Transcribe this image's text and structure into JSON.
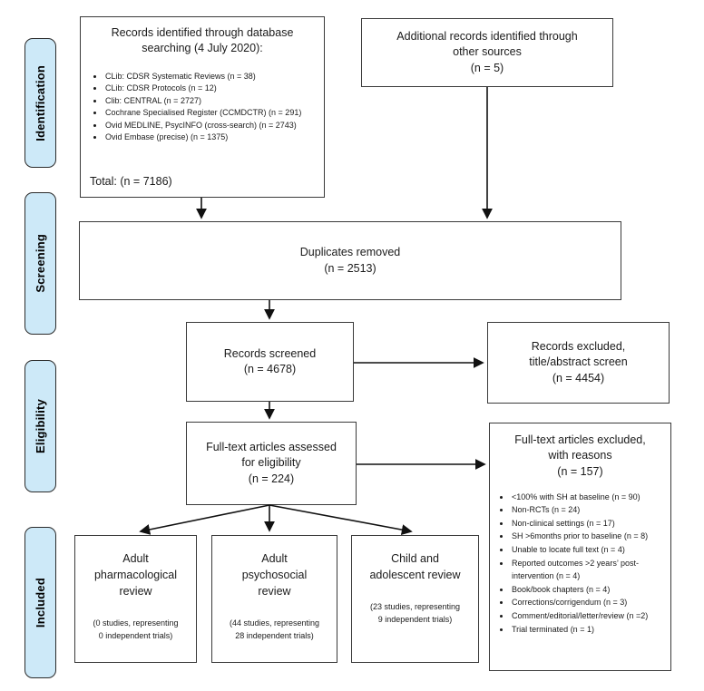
{
  "diagram": {
    "stages": [
      "Identification",
      "Screening",
      "Eligibility",
      "Included"
    ],
    "records_identified": {
      "title_lines": [
        "Records identified through database",
        "searching (4 July 2020):"
      ],
      "bullets": [
        "CLib: CDSR Systematic Reviews (n = 38)",
        "CLib: CDSR Protocols (n = 12)",
        "Clib: CENTRAL (n = 2727)",
        "Cochrane Specialised Register (CCMDCTR) (n = 291)",
        "Ovid MEDLINE, PsycINFO (cross-search) (n = 2743)",
        "Ovid Embase (precise) (n = 1375)"
      ],
      "total": "Total: (n = 7186)"
    },
    "additional_records": {
      "lines": [
        "Additional records identified through",
        "other sources",
        "(n = 5)"
      ]
    },
    "duplicates_removed": {
      "lines": [
        "Duplicates removed",
        "(n = 2513)"
      ]
    },
    "records_screened": {
      "lines": [
        "Records screened",
        "(n = 4678)"
      ]
    },
    "records_excluded": {
      "lines": [
        "Records excluded,",
        "title/abstract screen",
        "(n = 4454)"
      ]
    },
    "full_text_assessed": {
      "lines": [
        "Full-text articles assessed",
        "for eligibility",
        "(n = 224)"
      ]
    },
    "full_text_excluded": {
      "title_lines": [
        "Full-text articles excluded,",
        "with reasons",
        "(n = 157)"
      ],
      "bullets": [
        "<100% with SH at baseline (n = 90)",
        "Non-RCTs (n = 24)",
        "Non-clinical settings (n = 17)",
        "SH >6months prior to baseline (n = 8)",
        "Unable to locate full text (n = 4)",
        "Reported outcomes >2 years’ post-intervention (n = 4)",
        "Book/book chapters (n = 4)",
        "Corrections/corrigendum (n = 3)",
        "Comment/editorial/letter/review (n =2)",
        "Trial terminated (n = 1)"
      ]
    },
    "included_reviews": [
      {
        "title_lines": [
          "Adult",
          "pharmacological",
          "review"
        ],
        "subtitle_lines": [
          "(0 studies, representing",
          "0 independent trials)"
        ]
      },
      {
        "title_lines": [
          "Adult",
          "psychosocial",
          "review"
        ],
        "subtitle_lines": [
          "(44 studies, representing",
          "28 independent trials)"
        ]
      },
      {
        "title_lines": [
          "Child and",
          "adolescent review"
        ],
        "subtitle_lines": [
          "(23 studies, representing",
          "9 independent trials)"
        ]
      }
    ]
  }
}
